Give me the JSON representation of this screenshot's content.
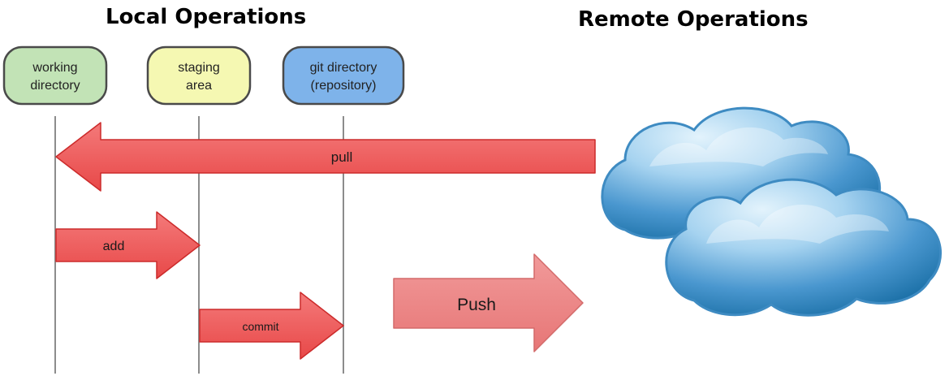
{
  "headings": {
    "local": "Local Operations",
    "remote": "Remote Operations"
  },
  "areas": [
    {
      "id": "working",
      "lines": [
        "working",
        "directory"
      ],
      "color": "#c2e3b6"
    },
    {
      "id": "staging",
      "lines": [
        "staging",
        "area"
      ],
      "color": "#f5f8b2"
    },
    {
      "id": "repository",
      "lines": [
        "git directory",
        "(repository)"
      ],
      "color": "#7eb3ea"
    }
  ],
  "operations": {
    "pull": "pull",
    "add": "add",
    "commit": "commit",
    "push": "Push"
  },
  "colors": {
    "arrow_fill": "#ee5656",
    "arrow_stroke": "#cc2b2b",
    "push_fill": "#ec8484",
    "push_stroke": "#d36a6a",
    "lifeline": "#8c8c8c",
    "cloud_light": "#cfe9f8",
    "cloud_dark": "#1a6fa6",
    "cloud_outline": "#3e8bc2"
  },
  "icons": {
    "remote": "cloud-icon"
  }
}
